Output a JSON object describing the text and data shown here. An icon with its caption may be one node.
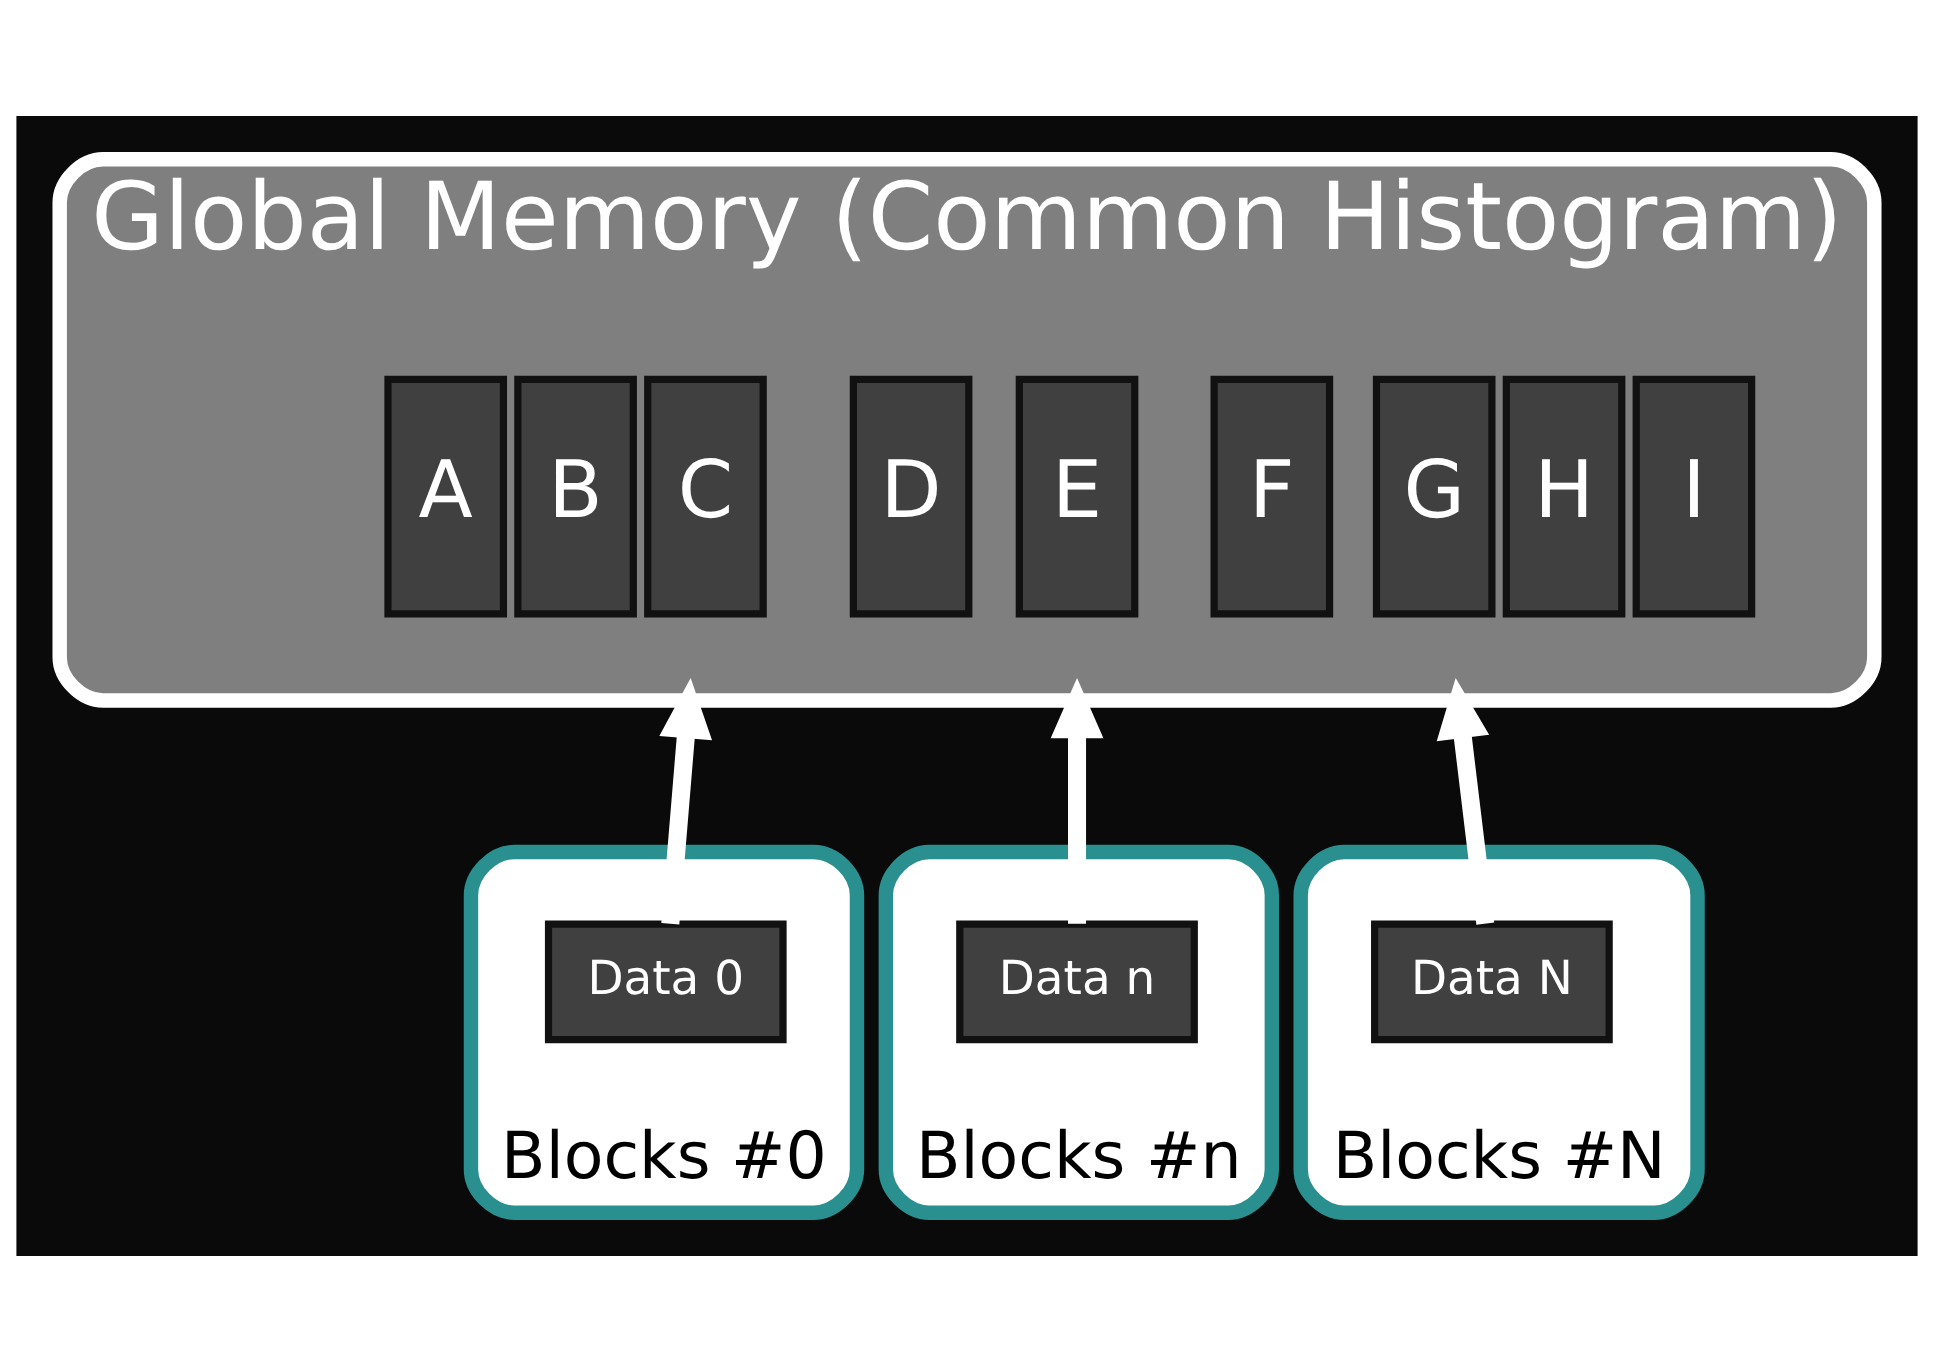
{
  "diagram": {
    "nodes": [
      {
        "text": [
          "Global Memory (Common Histogram)"
        ]
      },
      {
        "text": [
          "A"
        ],
        "in": 0
      },
      {
        "text": [
          "B"
        ],
        "in": 0
      },
      {
        "text": [
          "C"
        ],
        "in": 0
      },
      {
        "text": [
          "D"
        ],
        "in": 0
      },
      {
        "text": [
          "E"
        ],
        "in": 0
      },
      {
        "text": [
          "F"
        ],
        "in": 0
      },
      {
        "text": [
          "G"
        ],
        "in": 0
      },
      {
        "text": [
          "H"
        ],
        "in": 0
      },
      {
        "text": [
          "I"
        ],
        "in": 0
      },
      {
        "text": [
          "Blocks #0"
        ]
      },
      {
        "text": [
          "Data 0"
        ],
        "in": 10
      },
      {
        "text": [
          "Blocks #n"
        ]
      },
      {
        "text": [
          "Data n"
        ],
        "in": 12
      },
      {
        "text": [
          "Blocks #N"
        ]
      },
      {
        "text": [
          "Data N"
        ],
        "in": 14
      }
    ],
    "edges": [
      {
        "from": 11,
        "to": 0,
        "arrow": "to"
      },
      {
        "from": 13,
        "to": 0,
        "arrow": "to"
      },
      {
        "from": 15,
        "to": 0,
        "arrow": "to"
      }
    ]
  }
}
